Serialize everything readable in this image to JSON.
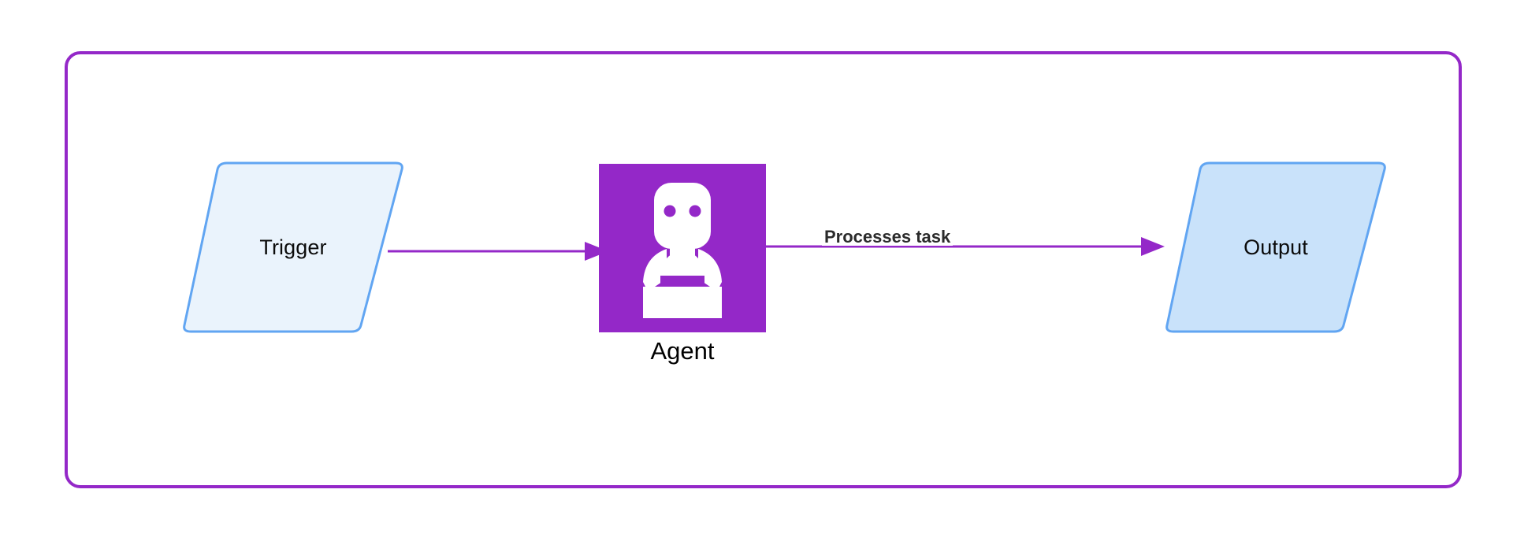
{
  "diagram": {
    "type": "flowchart",
    "direction": "left-to-right",
    "container": {
      "name": "subgraph-container",
      "border_color": "#9428c8",
      "fill": "#ffffff",
      "label": ""
    },
    "nodes": [
      {
        "id": "trigger",
        "label": "Trigger",
        "shape": "parallelogram",
        "fill": "#eaf3fc",
        "stroke": "#61a5f2",
        "text_color": "#0b0b0b"
      },
      {
        "id": "agent",
        "label": "Agent",
        "shape": "image-icon",
        "icon": "robot-icon",
        "fill": "#9428c8",
        "icon_color": "#ffffff",
        "text_color": "#000000"
      },
      {
        "id": "output",
        "label": "Output",
        "shape": "parallelogram",
        "fill": "#c9e2fa",
        "stroke": "#61a5f2",
        "text_color": "#0b0b0b"
      }
    ],
    "edges": [
      {
        "id": "edge-trigger-agent",
        "from": "trigger",
        "to": "agent",
        "label": "",
        "color": "#9428c8",
        "arrow": "filled-triangle"
      },
      {
        "id": "edge-agent-output",
        "from": "agent",
        "to": "output",
        "label": "Processes task",
        "color": "#9428c8",
        "arrow": "filled-triangle",
        "label_color": "#2b2b2b"
      }
    ]
  }
}
